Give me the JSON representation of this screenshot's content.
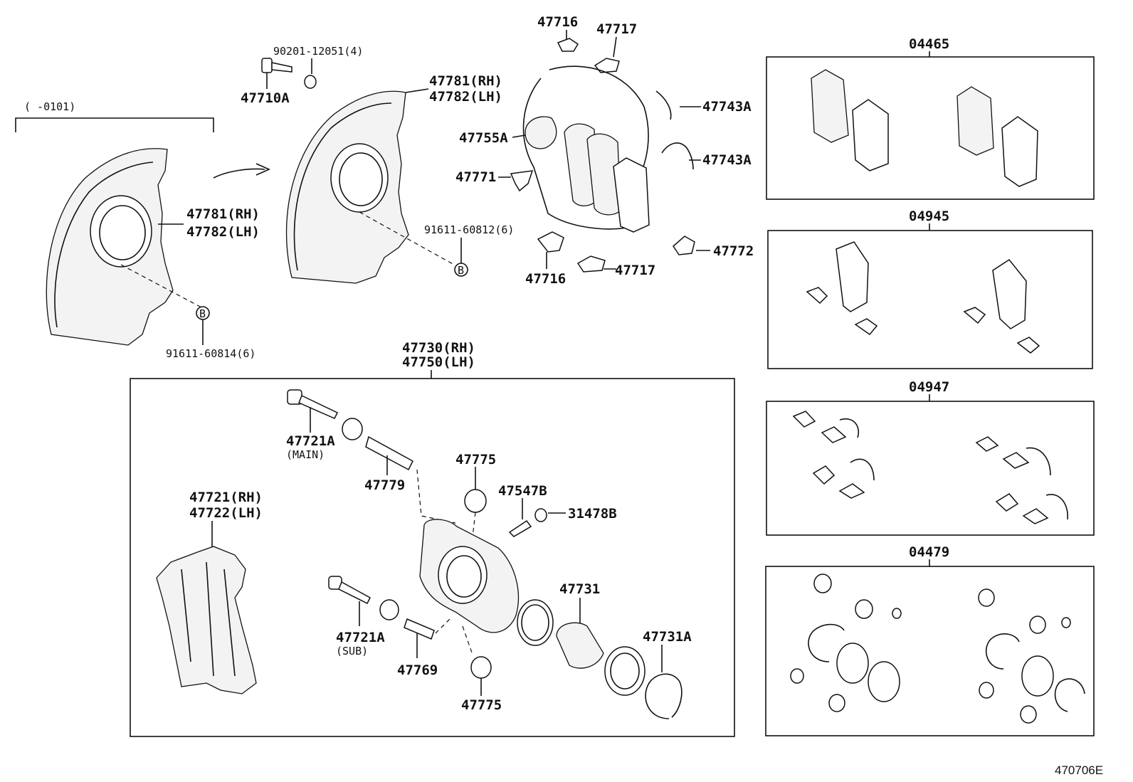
{
  "labels": {
    "plate_old_rh": "47781(RH)",
    "plate_old_lh": "47782(LH)",
    "plate_old_range": "(    -0101)",
    "bolt_old": "91611-60814(6)",
    "ref_b1": "B",
    "washer": "90201-12051(4)",
    "bolt_a": "47710A",
    "plate_new_rh": "47781(RH)",
    "plate_new_lh": "47782(LH)",
    "bolt_new": "91611-60812(6)",
    "ref_b2": "B",
    "clip_47716_top": "47716",
    "clip_47717_top": "47717",
    "shim_47755a": "47755A",
    "clip_47771": "47771",
    "spring_47743a_1": "47743A",
    "spring_47743a_2": "47743A",
    "clip_47772": "47772",
    "clip_47716_bot": "47716",
    "clip_47717_bot": "47717",
    "caliper_rh": "47730(RH)",
    "caliper_lh": "47750(LH)",
    "bolt_main": "47721A",
    "bolt_main_note": "(MAIN)",
    "pin_47779": "47779",
    "boot_47775_top": "47775",
    "bleeder_47547b": "47547B",
    "cap_31478b": "31478B",
    "mount_rh": "47721(RH)",
    "mount_lh": "47722(LH)",
    "piston_47731": "47731",
    "ring_47731a": "47731A",
    "bolt_sub": "47721A",
    "bolt_sub_note": "(SUB)",
    "pin_47769": "47769",
    "boot_47775_bot": "47775"
  },
  "kits": [
    {
      "code": "04465"
    },
    {
      "code": "04945"
    },
    {
      "code": "04947"
    },
    {
      "code": "04479"
    }
  ],
  "footer": {
    "ref": "470706E"
  }
}
